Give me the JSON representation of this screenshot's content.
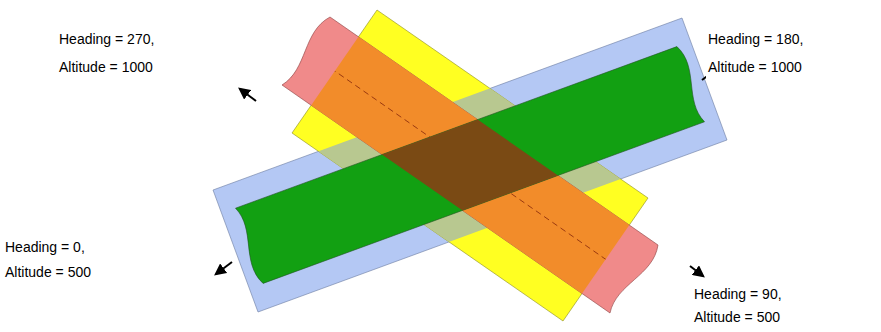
{
  "diagram": {
    "labels": [
      "Heading = 270, Altitude = 1000",
      "Heading = 180, Altitude = 1000",
      "Heading = 0, Altitude = 500",
      "Heading = 90, Altitude = 500"
    ]
  }
}
